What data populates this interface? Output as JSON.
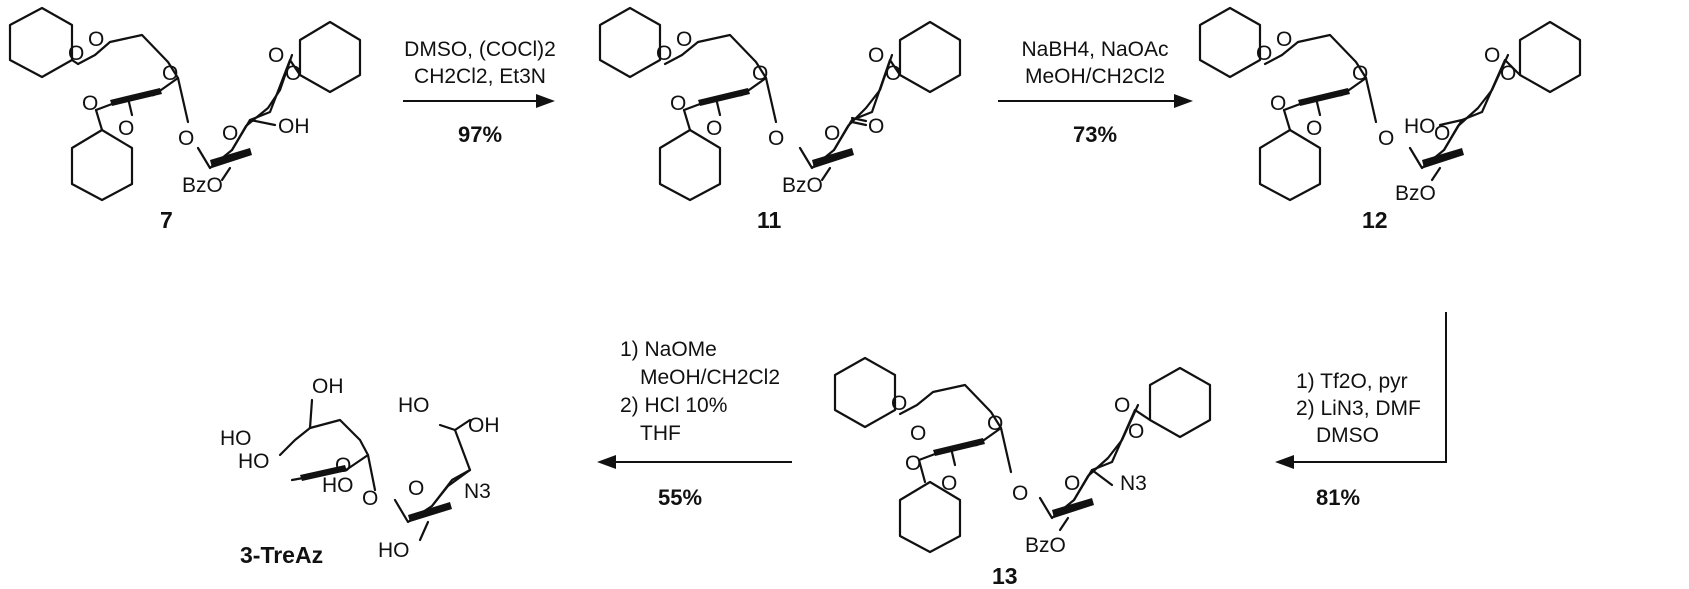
{
  "scheme": {
    "compounds": {
      "c7": {
        "label": "7",
        "groups": {
          "o": "O",
          "oh": "OH",
          "bzo": "BzO"
        }
      },
      "c11": {
        "label": "11",
        "groups": {
          "o": "O",
          "bzo": "BzO"
        }
      },
      "c12": {
        "label": "12",
        "groups": {
          "o": "O",
          "ho": "HO",
          "bzo": "BzO"
        }
      },
      "c13": {
        "label": "13",
        "groups": {
          "o": "O",
          "n3": "N3",
          "bzo": "BzO"
        }
      },
      "treaz": {
        "label": "3-TreAz",
        "groups": {
          "o": "O",
          "oh": "OH",
          "ho": "HO",
          "n3": "N3"
        }
      }
    },
    "steps": [
      {
        "id": "step1",
        "conditions": [
          "DMSO, (COCl)2",
          "CH2Cl2, Et3N"
        ],
        "yield": "97%"
      },
      {
        "id": "step2",
        "conditions": [
          "NaBH4, NaOAc",
          "MeOH/CH2Cl2"
        ],
        "yield": "73%"
      },
      {
        "id": "step3",
        "conditions": [
          "1) Tf2O, pyr",
          "2) LiN3, DMF",
          "DMSO"
        ],
        "yield": "81%"
      },
      {
        "id": "step4",
        "conditions": [
          "1) NaOMe",
          "MeOH/CH2Cl2",
          "2) HCl 10%",
          "THF"
        ],
        "yield": "55%"
      }
    ]
  }
}
